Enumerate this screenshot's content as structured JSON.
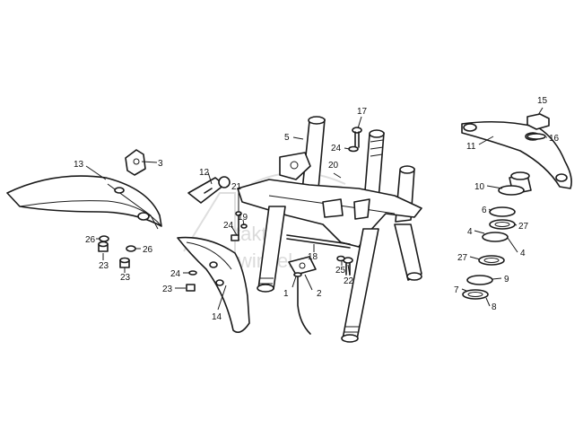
{
  "watermark": {
    "line1": "takt",
    "line2": "winkel"
  },
  "callouts": {
    "c1": "1",
    "c2": "2",
    "c3": "3",
    "c4a": "4",
    "c4b": "4",
    "c5": "5",
    "c6": "6",
    "c7": "7",
    "c8": "8",
    "c9": "9",
    "c10": "10",
    "c11": "11",
    "c12": "12",
    "c13": "13",
    "c14": "14",
    "c15": "15",
    "c16": "16",
    "c17": "17",
    "c18": "18",
    "c19": "19",
    "c20": "20",
    "c21": "21",
    "c22": "22",
    "c23a": "23",
    "c23b": "23",
    "c23c": "23",
    "c24a": "24",
    "c24b": "24",
    "c24c": "24",
    "c25": "25",
    "c26a": "26",
    "c26b": "26",
    "c27a": "27",
    "c27b": "27"
  },
  "colors": {
    "line": "#1a1a1a",
    "watermark": "#bfbfbf"
  }
}
